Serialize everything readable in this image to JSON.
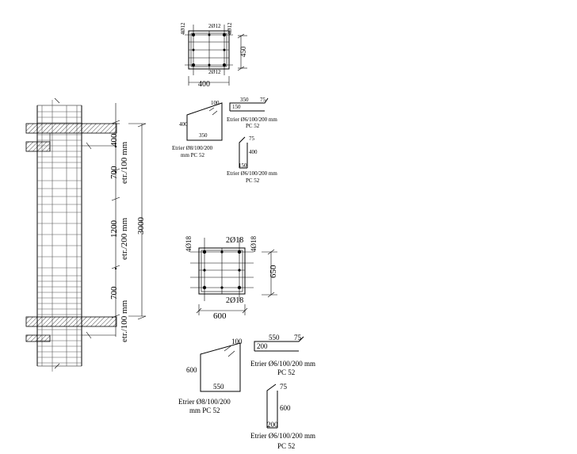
{
  "column": {
    "segments": [
      "400",
      "700",
      "1200",
      "700"
    ],
    "spacing_top": "etr./100 mm",
    "spacing_mid": "etr./200 mm",
    "spacing_bottom": "etr./100 mm",
    "total_height": "3000"
  },
  "section_small": {
    "side_left": "4Ø12",
    "side_right": "4Ø12",
    "top_bars": "2Ø12",
    "bottom_bars": "2Ø12",
    "height_dim": "450",
    "width_dim": "400"
  },
  "stirrups_small": {
    "main": {
      "hook": "100",
      "height": "400",
      "width": "350",
      "caption_1": "Etrier Ø8/100/200",
      "caption_2": "mm PC 52"
    },
    "horizontal": {
      "width": "350",
      "hook": "75",
      "end": "150",
      "caption_1": "Etrier Ø6/100/200 mm",
      "caption_2": "PC 52"
    },
    "vertical": {
      "hook": "75",
      "height": "400",
      "end": "150",
      "caption_1": "Etrier Ø6/100/200 mm",
      "caption_2": "PC 52"
    }
  },
  "section_large": {
    "side_left": "4Ø18",
    "side_right": "4Ø18",
    "top_bars": "2Ø18",
    "bottom_bars": "2Ø18",
    "height_dim": "650",
    "width_dim": "600"
  },
  "stirrups_large": {
    "main": {
      "hook": "100",
      "height": "600",
      "width": "550",
      "caption_1": "Etrier Ø8/100/200",
      "caption_2": "mm PC 52"
    },
    "horizontal": {
      "width": "550",
      "hook": "75",
      "end": "200",
      "caption_1": "Etrier Ø6/100/200 mm",
      "caption_2": "PC 52"
    },
    "vertical": {
      "hook": "75",
      "height": "600",
      "end": "200",
      "caption_1": "Etrier Ø6/100/200 mm",
      "caption_2": "PC 52"
    }
  }
}
